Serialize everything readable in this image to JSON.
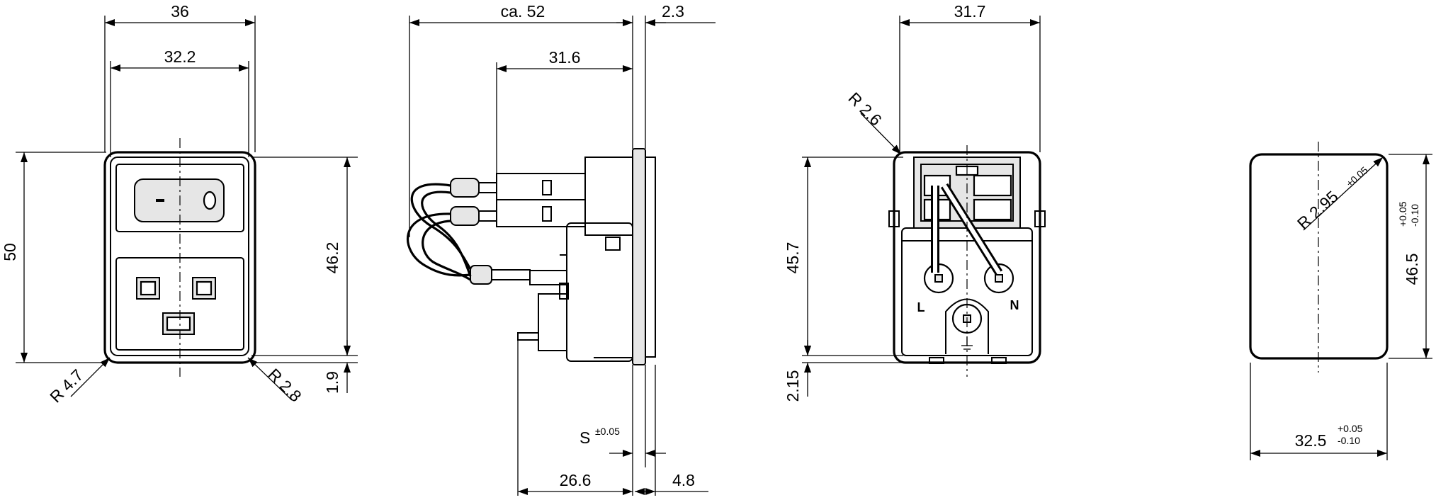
{
  "front_view": {
    "width_outer": "36",
    "width_inner": "32.2",
    "height_outer": "50",
    "height_inner": "46.2",
    "flange": "1.9",
    "radius_outer": "R 4.7",
    "radius_inner": "R 2.8"
  },
  "side_view": {
    "depth_total": "ca. 52",
    "flange_thickness": "2.3",
    "switch_depth": "31.6",
    "panel_thickness_symbol": "S",
    "panel_tolerance": "±0.05",
    "body_depth": "26.6",
    "tab_offset": "4.8"
  },
  "rear_view": {
    "width": "31.7",
    "height": "45.7",
    "offset": "2.15",
    "radius": "R 2.6",
    "label_line": "L",
    "label_neutral": "N"
  },
  "cutout_view": {
    "width": "32.5",
    "width_tol_plus": "+0.05",
    "width_tol_minus": "-0.10",
    "height": "46.5",
    "height_tol_plus": "+0.05",
    "height_tol_minus": "-0.10",
    "radius": "R 2.95",
    "radius_tol": "±0.05"
  }
}
